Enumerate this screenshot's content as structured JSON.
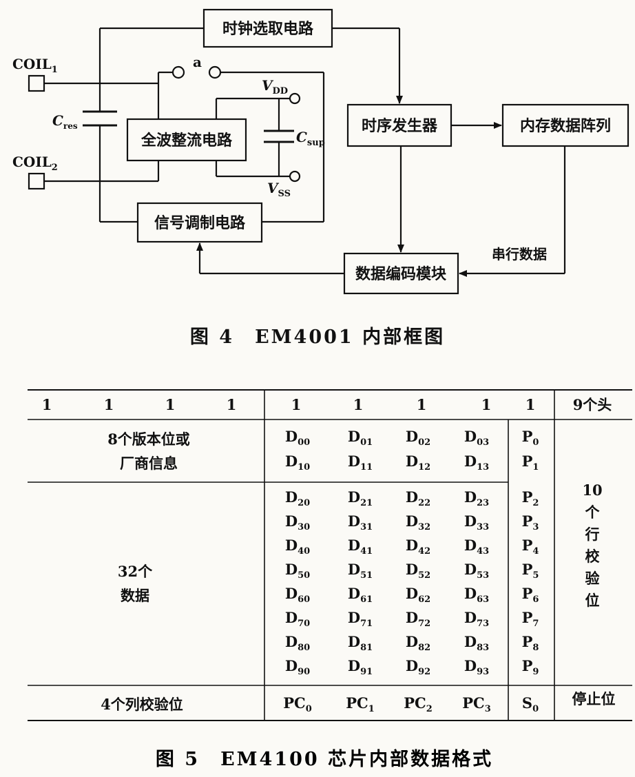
{
  "figure4": {
    "blocks": {
      "clock_select": "时钟选取电路",
      "full_wave_rectifier": "全波整流电路",
      "signal_modulation": "信号调制电路",
      "timing_generator": "时序发生器",
      "memory_array": "内存数据阵列",
      "data_encoder": "数据编码模块"
    },
    "labels": {
      "coil1": "COIL",
      "coil1_sub": "1",
      "coil2": "COIL",
      "coil2_sub": "2",
      "cres": "C",
      "cres_sub": "res",
      "csup": "C",
      "csup_sub": "sup",
      "vdd": "V",
      "vdd_sub": "DD",
      "vss": "V",
      "vss_sub": "SS",
      "switch_a": "a",
      "serial_data": "串行数据"
    },
    "caption": "图 4　EM4001 内部框图"
  },
  "figure5": {
    "header_bits": [
      "1",
      "1",
      "1",
      "1",
      "1",
      "1",
      "1",
      "1",
      "1"
    ],
    "header_label": "9个头",
    "version_label_line1": "8个版本位或",
    "version_label_line2": "厂商信息",
    "data_label_line1": "32个",
    "data_label_line2": "数据",
    "column_parity_label": "4个列校验位",
    "row_parity_label_chars": [
      "10",
      "个",
      "行",
      "校",
      "验",
      "位"
    ],
    "stop_label": "停止位",
    "rows": [
      {
        "d": [
          [
            "D",
            "00"
          ],
          [
            "D",
            "01"
          ],
          [
            "D",
            "02"
          ],
          [
            "D",
            "03"
          ]
        ],
        "p": [
          "P",
          "0"
        ]
      },
      {
        "d": [
          [
            "D",
            "10"
          ],
          [
            "D",
            "11"
          ],
          [
            "D",
            "12"
          ],
          [
            "D",
            "13"
          ]
        ],
        "p": [
          "P",
          "1"
        ]
      },
      {
        "d": [
          [
            "D",
            "20"
          ],
          [
            "D",
            "21"
          ],
          [
            "D",
            "22"
          ],
          [
            "D",
            "23"
          ]
        ],
        "p": [
          "P",
          "2"
        ]
      },
      {
        "d": [
          [
            "D",
            "30"
          ],
          [
            "D",
            "31"
          ],
          [
            "D",
            "32"
          ],
          [
            "D",
            "33"
          ]
        ],
        "p": [
          "P",
          "3"
        ]
      },
      {
        "d": [
          [
            "D",
            "40"
          ],
          [
            "D",
            "41"
          ],
          [
            "D",
            "42"
          ],
          [
            "D",
            "43"
          ]
        ],
        "p": [
          "P",
          "4"
        ]
      },
      {
        "d": [
          [
            "D",
            "50"
          ],
          [
            "D",
            "51"
          ],
          [
            "D",
            "52"
          ],
          [
            "D",
            "53"
          ]
        ],
        "p": [
          "P",
          "5"
        ]
      },
      {
        "d": [
          [
            "D",
            "60"
          ],
          [
            "D",
            "61"
          ],
          [
            "D",
            "62"
          ],
          [
            "D",
            "63"
          ]
        ],
        "p": [
          "P",
          "6"
        ]
      },
      {
        "d": [
          [
            "D",
            "70"
          ],
          [
            "D",
            "71"
          ],
          [
            "D",
            "72"
          ],
          [
            "D",
            "73"
          ]
        ],
        "p": [
          "P",
          "7"
        ]
      },
      {
        "d": [
          [
            "D",
            "80"
          ],
          [
            "D",
            "81"
          ],
          [
            "D",
            "82"
          ],
          [
            "D",
            "83"
          ]
        ],
        "p": [
          "P",
          "8"
        ]
      },
      {
        "d": [
          [
            "D",
            "90"
          ],
          [
            "D",
            "91"
          ],
          [
            "D",
            "92"
          ],
          [
            "D",
            "93"
          ]
        ],
        "p": [
          "P",
          "9"
        ]
      }
    ],
    "column_parity": [
      [
        "PC",
        "0"
      ],
      [
        "PC",
        "1"
      ],
      [
        "PC",
        "2"
      ],
      [
        "PC",
        "3"
      ]
    ],
    "stop_bit": [
      "S",
      "0"
    ],
    "caption": "图 5　EM4100 芯片内部数据格式"
  }
}
